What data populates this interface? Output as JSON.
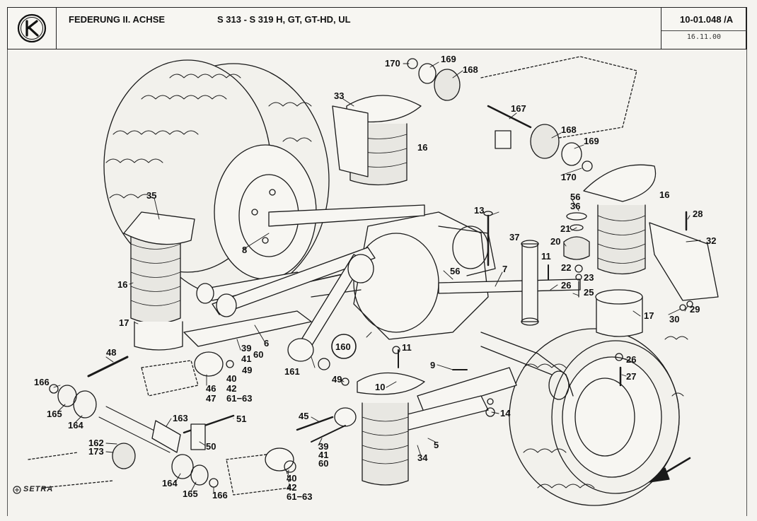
{
  "header": {
    "title": "FEDERUNG II. ACHSE",
    "models": "S 313 - S 319 H, GT, GT-HD, UL",
    "doc_number": "10-01.048 /A",
    "date": "16.11.00"
  },
  "brand": "SETRA",
  "callouts": [
    {
      "id": "c170a",
      "text": "170"
    },
    {
      "id": "c169a",
      "text": "169"
    },
    {
      "id": "c168a",
      "text": "168"
    },
    {
      "id": "c33",
      "text": "33"
    },
    {
      "id": "c16a",
      "text": "16"
    },
    {
      "id": "c167",
      "text": "167"
    },
    {
      "id": "c168b",
      "text": "168"
    },
    {
      "id": "c169b",
      "text": "169"
    },
    {
      "id": "c170b",
      "text": "170"
    },
    {
      "id": "c56a",
      "text": "56"
    },
    {
      "id": "c36",
      "text": "36"
    },
    {
      "id": "c16b",
      "text": "16"
    },
    {
      "id": "c28",
      "text": "28"
    },
    {
      "id": "c35",
      "text": "35"
    },
    {
      "id": "c13",
      "text": "13"
    },
    {
      "id": "c21",
      "text": "21"
    },
    {
      "id": "c20",
      "text": "20"
    },
    {
      "id": "c32",
      "text": "32"
    },
    {
      "id": "c8",
      "text": "8"
    },
    {
      "id": "c37",
      "text": "37"
    },
    {
      "id": "c11a",
      "text": "11"
    },
    {
      "id": "c22",
      "text": "22"
    },
    {
      "id": "c23",
      "text": "23"
    },
    {
      "id": "c16c",
      "text": "16"
    },
    {
      "id": "c56b",
      "text": "56"
    },
    {
      "id": "c7",
      "text": "7"
    },
    {
      "id": "c26a",
      "text": "26"
    },
    {
      "id": "c25",
      "text": "25"
    },
    {
      "id": "c6",
      "text": "6"
    },
    {
      "id": "c17a",
      "text": "17"
    },
    {
      "id": "c29",
      "text": "29"
    },
    {
      "id": "c30",
      "text": "30"
    },
    {
      "id": "c17b",
      "text": "17"
    },
    {
      "id": "c160",
      "text": "160"
    },
    {
      "id": "c39a",
      "text": "39"
    },
    {
      "id": "c41a",
      "text": "41"
    },
    {
      "id": "c60a",
      "text": "60"
    },
    {
      "id": "c11b",
      "text": "11"
    },
    {
      "id": "c48",
      "text": "48"
    },
    {
      "id": "c49a",
      "text": "49"
    },
    {
      "id": "c161",
      "text": "161"
    },
    {
      "id": "c26b",
      "text": "26"
    },
    {
      "id": "c9",
      "text": "9"
    },
    {
      "id": "c27",
      "text": "27"
    },
    {
      "id": "c166a",
      "text": "166"
    },
    {
      "id": "c40a",
      "text": "40"
    },
    {
      "id": "c42a",
      "text": "42"
    },
    {
      "id": "c46",
      "text": "46"
    },
    {
      "id": "c47",
      "text": "47"
    },
    {
      "id": "c6163a",
      "text": "61−63"
    },
    {
      "id": "c49b",
      "text": "49"
    },
    {
      "id": "c10",
      "text": "10"
    },
    {
      "id": "c165a",
      "text": "165"
    },
    {
      "id": "c164a",
      "text": "164"
    },
    {
      "id": "c51",
      "text": "51"
    },
    {
      "id": "c45",
      "text": "45"
    },
    {
      "id": "c14",
      "text": "14"
    },
    {
      "id": "c163",
      "text": "163"
    },
    {
      "id": "c162",
      "text": "162"
    },
    {
      "id": "c173",
      "text": "173"
    },
    {
      "id": "c50",
      "text": "50"
    },
    {
      "id": "c39b",
      "text": "39"
    },
    {
      "id": "c41b",
      "text": "41"
    },
    {
      "id": "c60b",
      "text": "60"
    },
    {
      "id": "c5",
      "text": "5"
    },
    {
      "id": "c34",
      "text": "34"
    },
    {
      "id": "c164b",
      "text": "164"
    },
    {
      "id": "c165b",
      "text": "165"
    },
    {
      "id": "c166b",
      "text": "166"
    },
    {
      "id": "c40b",
      "text": "40"
    },
    {
      "id": "c42b",
      "text": "42"
    },
    {
      "id": "c6163b",
      "text": "61−63"
    }
  ],
  "colors": {
    "ink": "#1a1a1a",
    "paper": "#f4f3ef"
  }
}
